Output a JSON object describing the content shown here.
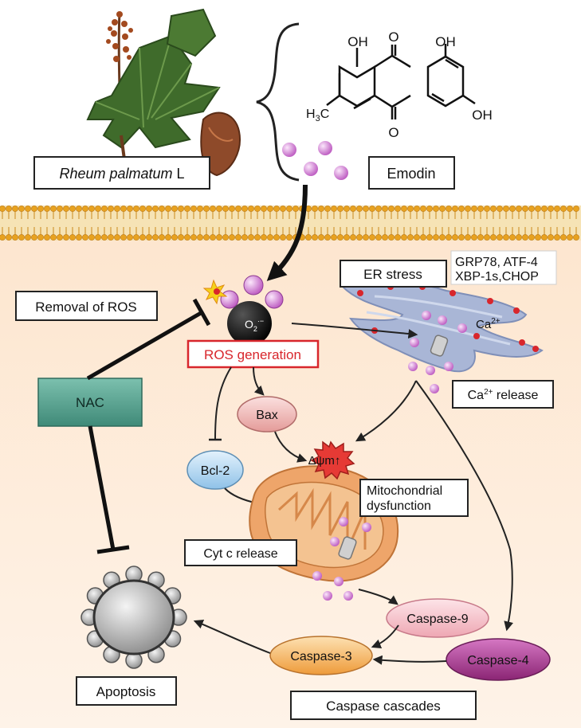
{
  "plant": {
    "name_italic": "Rheum palmatum",
    "name_suffix": " L"
  },
  "compound": {
    "name": "Emodin",
    "oh_top_left": "OH",
    "o_top": "O",
    "oh_top_right": "OH",
    "h3c_main": "H",
    "h3c_sub": "3",
    "h3c_c": "C",
    "o_bottom": "O",
    "oh_right": "OH"
  },
  "ros": {
    "generation_label": "ROS generation",
    "removal_label": "Removal of ROS",
    "superoxide_main": "O",
    "superoxide_sub": "2",
    "superoxide_sup": "·−"
  },
  "nac_label": "NAC",
  "er": {
    "stress_label": "ER stress",
    "markers_line1": "GRP78, ATF-4",
    "markers_line2": "XBP-1s,CHOP",
    "calcium_label": "Ca",
    "calcium_sup": "2+",
    "release_main": "Ca",
    "release_sup": "2+",
    "release_rest": " release"
  },
  "bax_label": "Bax",
  "bcl2_label": "Bcl-2",
  "mito": {
    "potential_label": "Δψm",
    "potential_arrow": "↑",
    "dysfunction_line1": "Mitochondrial",
    "dysfunction_line2": "dysfunction",
    "cytc_label": "Cyt c release"
  },
  "caspases": {
    "c9": "Caspase-9",
    "c3": "Caspase-3",
    "c4": "Caspase-4",
    "cascades_label": "Caspase cascades"
  },
  "apoptosis_label": "Apoptosis",
  "colors": {
    "membrane_head": "#e8a21f",
    "cytoplasm": "#fdebd8",
    "er": "#aab8d8",
    "mito": "#e9a870",
    "ros_red": "#d8262c",
    "nac": "#4e9d8a",
    "bax": "#eab0ae",
    "bcl2": "#a9d1ee",
    "c9": "#f5c1c8",
    "c3": "#f6b25c",
    "c4": "#a53b8e",
    "vesicle": "#d77bd0"
  }
}
